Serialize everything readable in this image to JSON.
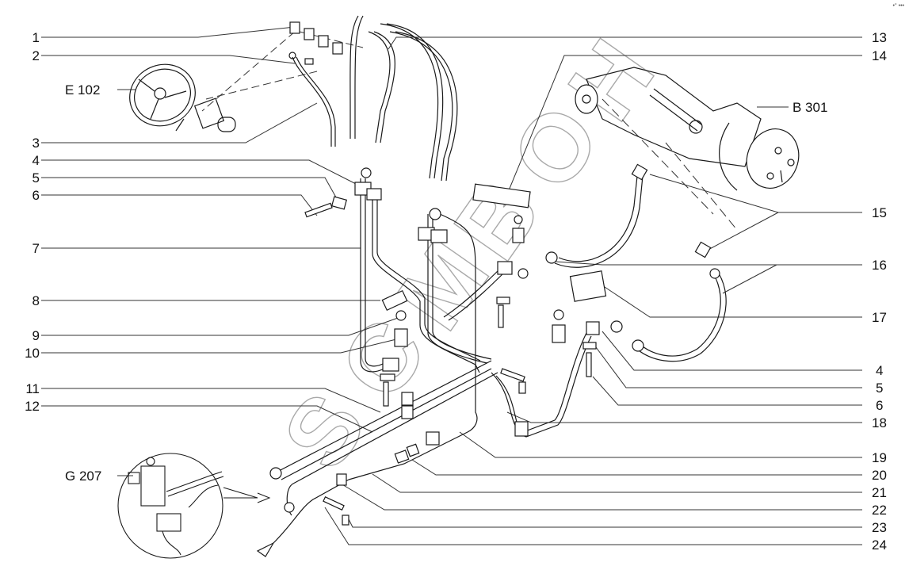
{
  "diagram": {
    "title": "Steering hydraulic lines assembly (exploded view)",
    "corner_mark": "•° •••",
    "watermark": {
      "letters": [
        "S",
        "C",
        "M",
        "B",
        "O",
        "H"
      ],
      "color": "#9a9a9a"
    },
    "colors": {
      "line": "#1a1a1a",
      "leader": "#333333",
      "background": "#ffffff"
    },
    "callouts_left": [
      {
        "id": "1",
        "label": "1"
      },
      {
        "id": "2",
        "label": "2"
      },
      {
        "id": "3",
        "label": "3"
      },
      {
        "id": "4",
        "label": "4"
      },
      {
        "id": "5",
        "label": "5"
      },
      {
        "id": "6",
        "label": "6"
      },
      {
        "id": "7",
        "label": "7"
      },
      {
        "id": "8",
        "label": "8"
      },
      {
        "id": "9",
        "label": "9"
      },
      {
        "id": "10",
        "label": "10"
      },
      {
        "id": "11",
        "label": "11"
      },
      {
        "id": "12",
        "label": "12"
      }
    ],
    "callouts_right": [
      {
        "id": "13",
        "label": "13"
      },
      {
        "id": "14",
        "label": "14"
      },
      {
        "id": "15",
        "label": "15"
      },
      {
        "id": "16",
        "label": "16"
      },
      {
        "id": "17",
        "label": "17"
      },
      {
        "id": "4b",
        "label": "4"
      },
      {
        "id": "5b",
        "label": "5"
      },
      {
        "id": "6b",
        "label": "6"
      },
      {
        "id": "18",
        "label": "18"
      },
      {
        "id": "19",
        "label": "19"
      },
      {
        "id": "20",
        "label": "20"
      },
      {
        "id": "21",
        "label": "21"
      },
      {
        "id": "22",
        "label": "22"
      },
      {
        "id": "23",
        "label": "23"
      },
      {
        "id": "24",
        "label": "24"
      }
    ],
    "references": [
      {
        "id": "E102",
        "label": "E 102",
        "depicts": "steering wheel with steering unit"
      },
      {
        "id": "B301",
        "label": "B 301",
        "depicts": "steering axle / wheel hub"
      },
      {
        "id": "G207",
        "label": "G 207",
        "depicts": "hydraulic valve block detail"
      }
    ]
  }
}
